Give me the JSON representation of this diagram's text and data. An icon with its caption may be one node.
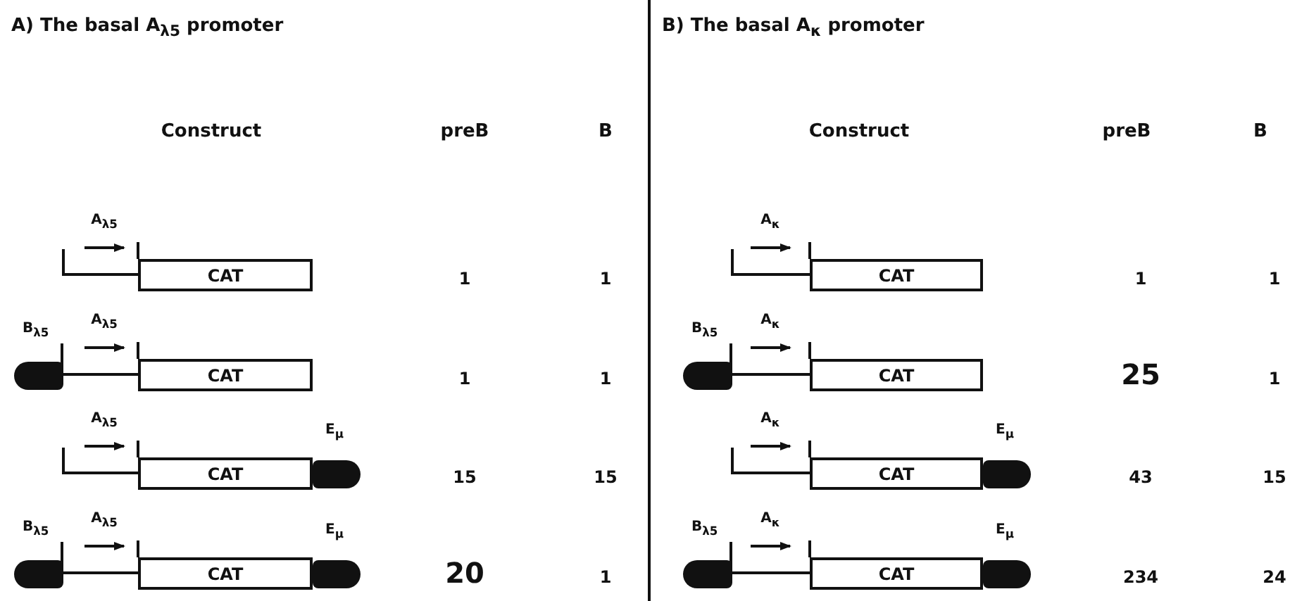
{
  "diagram": {
    "nodes": [
      {
        "text": [
          "CAT"
        ]
      },
      {
        "text": [
          "B$_{λ5}$"
        ]
      },
      {
        "text": [
          "CAT"
        ]
      },
      {
        "text": [
          "CAT"
        ]
      },
      {
        "text": [
          "E$_{μ}$"
        ]
      },
      {
        "text": [
          "B$_{λ5}$"
        ]
      },
      {
        "text": [
          "CAT"
        ]
      },
      {
        "text": [
          "E$_{μ}$"
        ]
      },
      {
        "text": [
          "CAT"
        ]
      },
      {
        "text": [
          "B$_{λ5}$"
        ]
      },
      {
        "text": [
          "CAT"
        ]
      },
      {
        "text": [
          "CAT"
        ]
      },
      {
        "text": [
          "E$_{μ}$"
        ]
      },
      {
        "text": [
          "B$_{λ5}$"
        ]
      },
      {
        "text": [
          "CAT"
        ]
      },
      {
        "text": [
          "E$_{μ}$"
        ]
      }
    ],
    "edges": [
      {
        "from": 1,
        "to": 2,
        "arrow": "none"
      },
      {
        "from": 5,
        "to": 6,
        "arrow": "none"
      },
      {
        "from": 9,
        "to": 10,
        "arrow": "none"
      },
      {
        "from": 13,
        "to": 14,
        "arrow": "none"
      }
    ],
    "labels": [
      "A) The basal A$_{λ5}$ promoter",
      "B) The basal A$_{κ}$ promoter",
      "Construct",
      "preB",
      "B",
      "Construct",
      "preB",
      "B",
      "A$_{λ5}$",
      "1",
      "1",
      "A$_{κ}$",
      "1",
      "1",
      "A$_{λ5}$",
      "1",
      "1",
      "A$_{κ}$",
      "25",
      "1",
      "A$_{λ5}$",
      "15",
      "15",
      "A$_{κ}$",
      "43",
      "15",
      "A$_{λ5}$",
      "20",
      "1",
      "A$_{κ}$",
      "234",
      "24"
    ]
  }
}
